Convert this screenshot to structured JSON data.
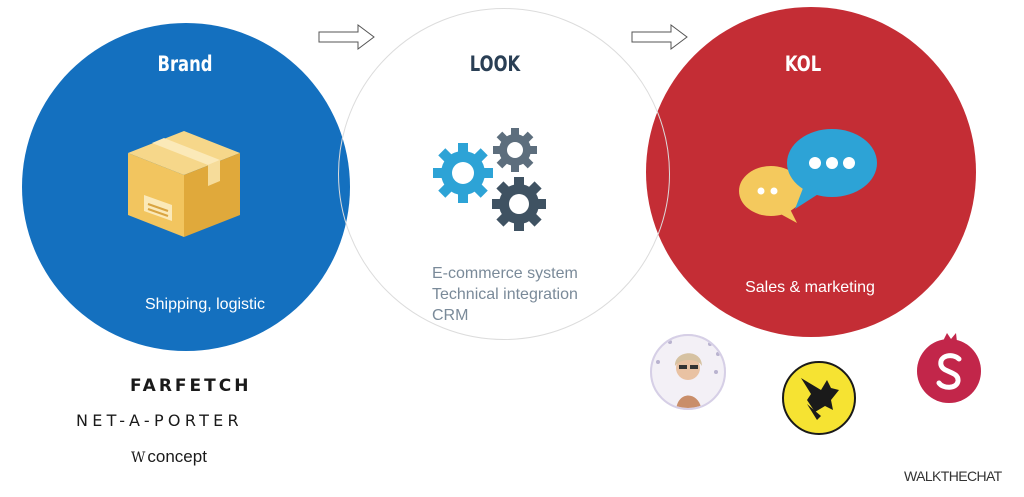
{
  "circles": {
    "brand": {
      "title": "Brand",
      "caption": "Shipping, logistic",
      "color": "#1470bf"
    },
    "look": {
      "title": "LOOK",
      "caption_lines": [
        "E-commerce system",
        "Technical integration",
        "CRM"
      ],
      "color": "#2a3f55"
    },
    "kol": {
      "title": "KOL",
      "caption": "Sales & marketing",
      "color": "#c2262e"
    }
  },
  "icons": {
    "brand": "box-icon",
    "look": "gears-icon",
    "kol": "chat-bubbles-icon"
  },
  "brand_logos": {
    "farfetch": "FARFETCH",
    "net_a_porter": "NET-A-PORTER",
    "w_concept_mark": "W",
    "w_concept": "concept"
  },
  "kol_avatars": [
    "portrait-avatar",
    "dog-avatar",
    "s-logo-avatar"
  ],
  "watermark": "WALKTHECHAT"
}
